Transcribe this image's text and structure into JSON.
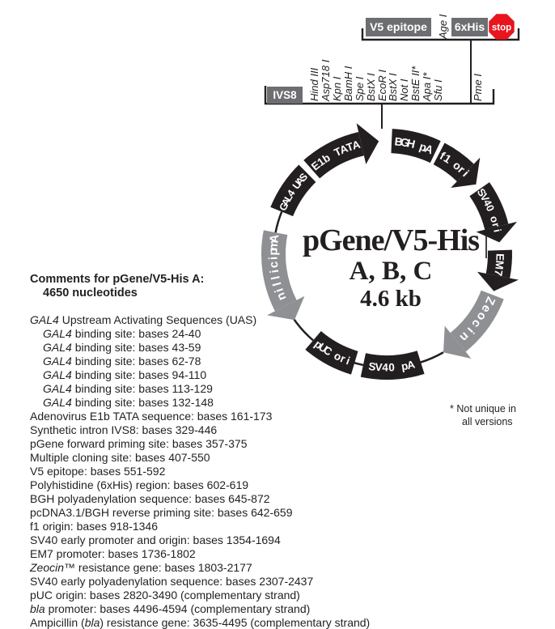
{
  "title": {
    "line1": "pGene/V5-His",
    "line2": "A, B, C",
    "line3": "4.6 kb"
  },
  "top": {
    "ivs8_label": "IVS8",
    "v5_label": "V5 epitope",
    "age_label": "Age I",
    "his_label": "6xHis",
    "stop_label": "stop",
    "pme_label": "Pme I",
    "enzymes": [
      "Hind III",
      "Asp718 I",
      "Kpn I",
      "BamH I",
      "Spe I",
      "BstX I",
      "EcoR I",
      "BstX I",
      "Not I",
      "BstE II*",
      "Apa I*",
      "Sfu I"
    ]
  },
  "footnote": {
    "line1": "* Not unique in",
    "line2": "all versions"
  },
  "comments": {
    "title": "Comments for pGene/V5-His A:",
    "subtitle": "4650 nucleotides",
    "lines": [
      {
        "ind": 0,
        "parts": [
          [
            "GAL4",
            1
          ],
          [
            " Upstream Activating Sequences (UAS)",
            0
          ]
        ]
      },
      {
        "ind": 1,
        "parts": [
          [
            "GAL4",
            1
          ],
          [
            " binding site: bases 24-40",
            0
          ]
        ]
      },
      {
        "ind": 1,
        "parts": [
          [
            "GAL4",
            1
          ],
          [
            " binding site: bases 43-59",
            0
          ]
        ]
      },
      {
        "ind": 1,
        "parts": [
          [
            "GAL4",
            1
          ],
          [
            " binding site: bases 62-78",
            0
          ]
        ]
      },
      {
        "ind": 1,
        "parts": [
          [
            "GAL4",
            1
          ],
          [
            " binding site: bases 94-110",
            0
          ]
        ]
      },
      {
        "ind": 1,
        "parts": [
          [
            "GAL4",
            1
          ],
          [
            " binding site: bases 113-129",
            0
          ]
        ]
      },
      {
        "ind": 1,
        "parts": [
          [
            "GAL4",
            1
          ],
          [
            " binding site: bases 132-148",
            0
          ]
        ]
      },
      {
        "ind": 0,
        "parts": [
          [
            "Adenovirus E1b TATA sequence: bases 161-173",
            0
          ]
        ]
      },
      {
        "ind": 0,
        "parts": [
          [
            "Synthetic intron IVS8: bases 329-446",
            0
          ]
        ]
      },
      {
        "ind": 0,
        "parts": [
          [
            "pGene forward priming site: bases 357-375",
            0
          ]
        ]
      },
      {
        "ind": 0,
        "parts": [
          [
            "Multiple cloning site: bases 407-550",
            0
          ]
        ]
      },
      {
        "ind": 0,
        "parts": [
          [
            "V5 epitope: bases 551-592",
            0
          ]
        ]
      },
      {
        "ind": 0,
        "parts": [
          [
            "Polyhistidine (6xHis) region: bases 602-619",
            0
          ]
        ]
      },
      {
        "ind": 0,
        "parts": [
          [
            "BGH polyadenylation sequence: bases 645-872",
            0
          ]
        ]
      },
      {
        "ind": 0,
        "parts": [
          [
            "pcDNA3.1/BGH reverse priming site: bases 642-659",
            0
          ]
        ]
      },
      {
        "ind": 0,
        "parts": [
          [
            "f1 origin: bases 918-1346",
            0
          ]
        ]
      },
      {
        "ind": 0,
        "parts": [
          [
            "SV40 early promoter and origin: bases 1354-1694",
            0
          ]
        ]
      },
      {
        "ind": 0,
        "parts": [
          [
            "EM7 promoter: bases 1736-1802",
            0
          ]
        ]
      },
      {
        "ind": 0,
        "parts": [
          [
            "Zeocin",
            1
          ],
          [
            "™ resistance gene: bases 1803-2177",
            0
          ]
        ]
      },
      {
        "ind": 0,
        "parts": [
          [
            "SV40 early polyadenylation sequence: bases 2307-2437",
            0
          ]
        ]
      },
      {
        "ind": 0,
        "parts": [
          [
            "pUC origin: bases 2820-3490 (complementary strand)",
            0
          ]
        ]
      },
      {
        "ind": 0,
        "parts": [
          [
            "bla",
            1
          ],
          [
            " promoter: bases 4496-4594 (complementary strand)",
            0
          ]
        ]
      },
      {
        "ind": 0,
        "parts": [
          [
            "Ampicillin (",
            0
          ],
          [
            "bla",
            1
          ],
          [
            ") resistance gene: 3635-4495 (complementary strand)",
            0
          ]
        ]
      }
    ]
  },
  "plasmid": {
    "colors": {
      "black": "#231f20",
      "gray_box": "#6d6e71",
      "gray_arrow": "#8e9093",
      "red": "#e8141e"
    },
    "segments": [
      {
        "name": "bgh-pa",
        "label": "BGH pA",
        "kind": "band",
        "color": "black",
        "a0": 2.5,
        "a1": 25.5,
        "text": {
          "from": 4.5,
          "to": 23.5,
          "size": 14
        }
      },
      {
        "name": "f1-ori",
        "label": "f1 ori",
        "kind": "band",
        "color": "black",
        "a0": 27.5,
        "a1": 44,
        "head": {
          "base": 44,
          "tip": 52
        },
        "text": {
          "from": 28,
          "to": 46,
          "size": 14
        }
      },
      {
        "name": "sv40-ori",
        "label": "SV40 ori",
        "kind": "band",
        "color": "black",
        "a0": 55,
        "a1": 76,
        "head": {
          "base": 76,
          "tip": 84
        },
        "text": {
          "from": 55.5,
          "to": 79.5,
          "size": 13
        }
      },
      {
        "name": "em7",
        "label": "EM7",
        "kind": "band",
        "color": "black",
        "a0": 88,
        "a1": 101,
        "head": {
          "base": 101,
          "tip": 109
        },
        "text": {
          "from": 89.5,
          "to": 101.5,
          "size": 13.5
        }
      },
      {
        "name": "zeocin",
        "label": "Zeocin",
        "kind": "band",
        "color": "gray",
        "a0": 111,
        "a1": 141,
        "head": {
          "base": 141,
          "tip": 150
        },
        "text": {
          "from": 112,
          "to": 139,
          "size": 15
        }
      },
      {
        "name": "connector-1",
        "kind": "connector",
        "a0": 150,
        "a1": 163
      },
      {
        "name": "sv40-pa",
        "label": "SV40 pA",
        "kind": "band",
        "color": "black",
        "a0": 162.5,
        "a1": 192,
        "text": {
          "from": 189,
          "to": 166,
          "size": 13.5,
          "mode": "upright"
        }
      },
      {
        "name": "connector-2",
        "kind": "connector",
        "a0": 192,
        "a1": 197.5
      },
      {
        "name": "puc-ori",
        "label": "pUC ori",
        "kind": "band",
        "color": "black",
        "a0": 196.5,
        "a1": 220.5,
        "text": {
          "from": 218.5,
          "to": 198.5,
          "size": 13.5,
          "mode": "upright"
        }
      },
      {
        "name": "connector-3",
        "kind": "connector",
        "a0": 220.5,
        "a1": 236
      },
      {
        "name": "ampicillin",
        "label": "Ampicillin",
        "kind": "band",
        "color": "gray",
        "a0": 243,
        "a1": 281,
        "head": {
          "base": 243,
          "tip": 234.5
        },
        "text": {
          "from": 279.5,
          "to": 246.5,
          "size": 15,
          "mode": "flip"
        }
      },
      {
        "name": "connector-4",
        "kind": "connector",
        "a0": 281,
        "a1": 292
      },
      {
        "name": "gal4-uas",
        "label": "GAL4 UAS",
        "kind": "band",
        "color": "black",
        "a0": 292,
        "a1": 315.5,
        "text": {
          "from": 293.5,
          "to": 314,
          "size": 12.5
        }
      },
      {
        "name": "e1b-tata",
        "label": "E1b TATA",
        "kind": "band",
        "color": "black",
        "a0": 318.5,
        "a1": 347,
        "head": {
          "base": 347,
          "tip": 356
        },
        "text": {
          "from": 319.5,
          "to": 346,
          "size": 13.5
        }
      }
    ]
  }
}
